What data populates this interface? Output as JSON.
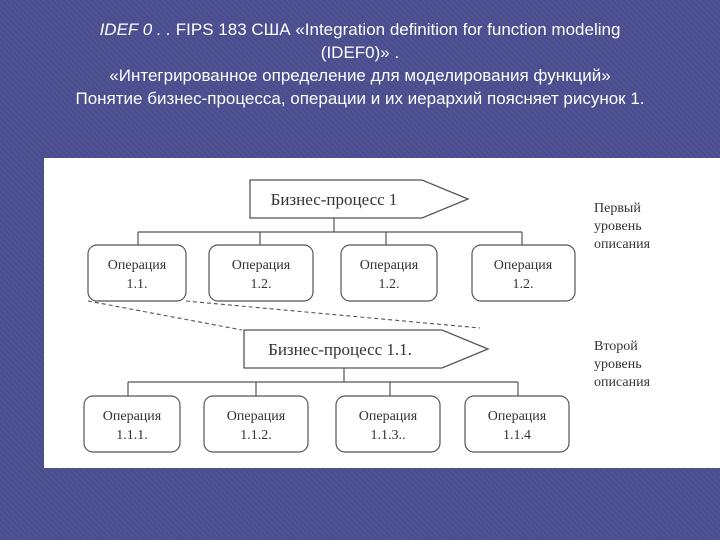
{
  "caption": {
    "line1_emph": "IDEF 0 . .",
    "line1_rest": " FIPS 183 США «Integration definition for function modeling",
    "line2": "(IDEF0)» .",
    "line3": "«Интегрированное определение для моделирования функций»",
    "line4": "Понятие бизнес-процесса, операции и их иерархий поясняет рисунок 1."
  },
  "diagram": {
    "level1": {
      "process": "Бизнес-процесс 1",
      "label": [
        "Первый",
        "уровень",
        "описания"
      ],
      "operations": [
        {
          "title": "Операция",
          "number": "1.1."
        },
        {
          "title": "Операция",
          "number": "1.2."
        },
        {
          "title": "Операция",
          "number": "1.2."
        },
        {
          "title": "Операция",
          "number": "1.2."
        }
      ]
    },
    "level2": {
      "process": "Бизнес-процесс 1.1.",
      "label": [
        "Второй",
        "уровень",
        "описания"
      ],
      "operations": [
        {
          "title": "Операция",
          "number": "1.1.1."
        },
        {
          "title": "Операция",
          "number": "1.1.2."
        },
        {
          "title": "Операция",
          "number": "1.1.3.."
        },
        {
          "title": "Операция",
          "number": "1.1.4"
        }
      ]
    }
  }
}
